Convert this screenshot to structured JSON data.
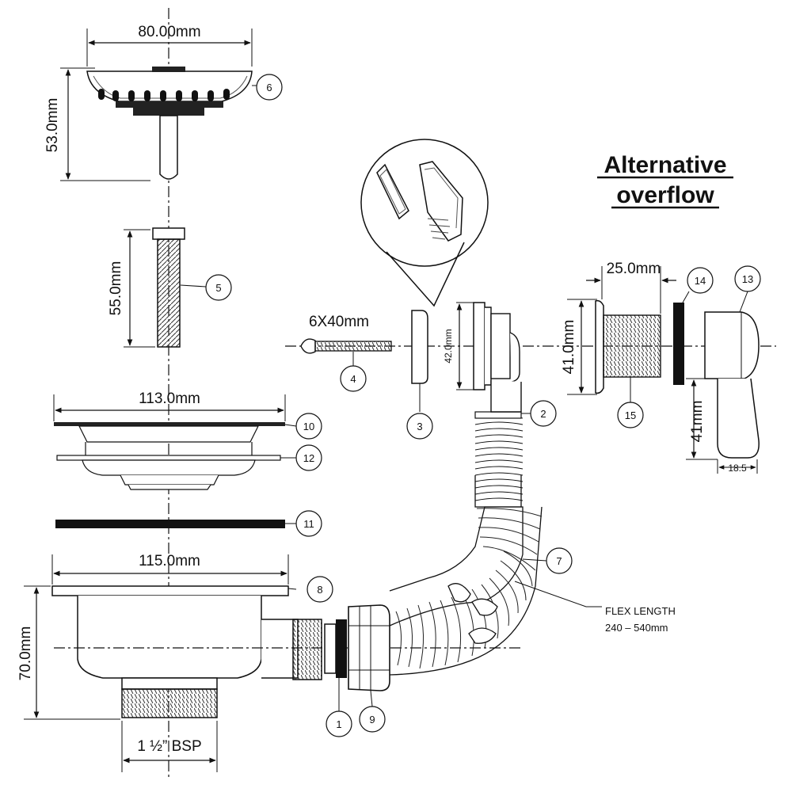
{
  "title": {
    "line1": "Alternative",
    "line2": "overflow"
  },
  "dimensions": {
    "d80": "80.00mm",
    "d53": "53.0mm",
    "d55": "55.0mm",
    "d113": "113.0mm",
    "d115": "115.0mm",
    "d70": "70.0mm",
    "bsp": "1 ½” BSP",
    "screw": "6X40mm",
    "d42": "42.0mm",
    "d25": "25.0mm",
    "d41a": "41.0mm",
    "d41b": "41mm",
    "d18": "18.5"
  },
  "callouts": {
    "c1": "1",
    "c2": "2",
    "c3": "3",
    "c4": "4",
    "c5": "5",
    "c6": "6",
    "c7": "7",
    "c8": "8",
    "c9": "9",
    "c10": "10",
    "c11": "11",
    "c12": "12",
    "c13": "13",
    "c14": "14",
    "c15": "15"
  },
  "notes": {
    "flex1": "FLEX LENGTH",
    "flex2": "240 – 540mm"
  }
}
